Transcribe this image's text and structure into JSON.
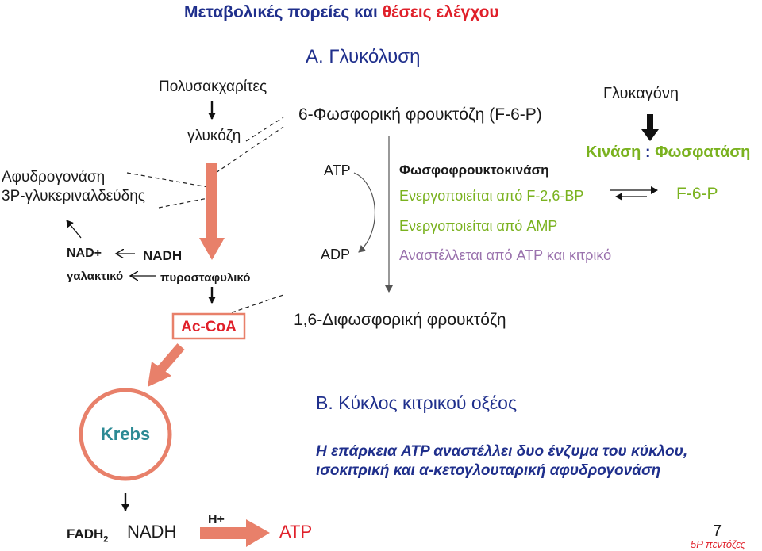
{
  "title": {
    "part1": "Μεταβολικές πορείες και ",
    "part2": "θέσεις ελέγχου"
  },
  "glycolysis": {
    "heading": "Α. Γλυκόλυση",
    "polysaccharides": "Πολυσακχαρίτες",
    "glucose": "γλυκόζη",
    "dehydrogenase_line1": "Αφυδρογονάση",
    "dehydrogenase_line2": "3Ρ-γλυκεριναλδεύδης",
    "nad_plus": "NAD+",
    "nadh": "NADH",
    "lactate": "γαλακτικό",
    "pyruvate": "πυροσταφυλικό",
    "acetyl_coa": "Ac-CoA",
    "f6p_full": "6-Φωσφορική φρουκτόζη (F-6-P)",
    "atp": "ATP",
    "adp": "ADP",
    "enzyme": "Φωσφοφρουκτοκινάση",
    "activated_f26bp": "Ενεργοποιείται από F-2,6-BP",
    "activated_amp": "Ενεργοποιείται από AMP",
    "inhibited": "Αναστέλλεται από ATP και κιτρικό",
    "f16bp": "1,6-Διφωσφορική φρουκτόζη",
    "glucagon": "Γλυκαγόνη",
    "kinase": "Κινάση",
    "colon": ":",
    "phosphatase": "Φωσφατάση",
    "f6p_short": "F-6-P"
  },
  "krebs": {
    "label": "Krebs",
    "heading": "Β. Κύκλος κιτρικού οξέος",
    "note_line1": "Η επάρκεια ATP αναστέλλει δυο ένζυμα του κύκλου,",
    "note_line2": "ισοκιτρική και α-κετογλουταρική αφυδρογονάση",
    "fadh2_main": "FADH",
    "fadh2_sub": "2",
    "nadh": "NADH",
    "h_plus": "H+",
    "atp": "ATP"
  },
  "footer": {
    "page_number": "7",
    "note": "5P πεντόζες"
  },
  "colors": {
    "navy": "#1f2f8c",
    "red": "#e0202a",
    "salmon": "#e8806a",
    "teal": "#2c8a94",
    "lime": "#7ab21f",
    "lavender": "#9a72ad"
  }
}
